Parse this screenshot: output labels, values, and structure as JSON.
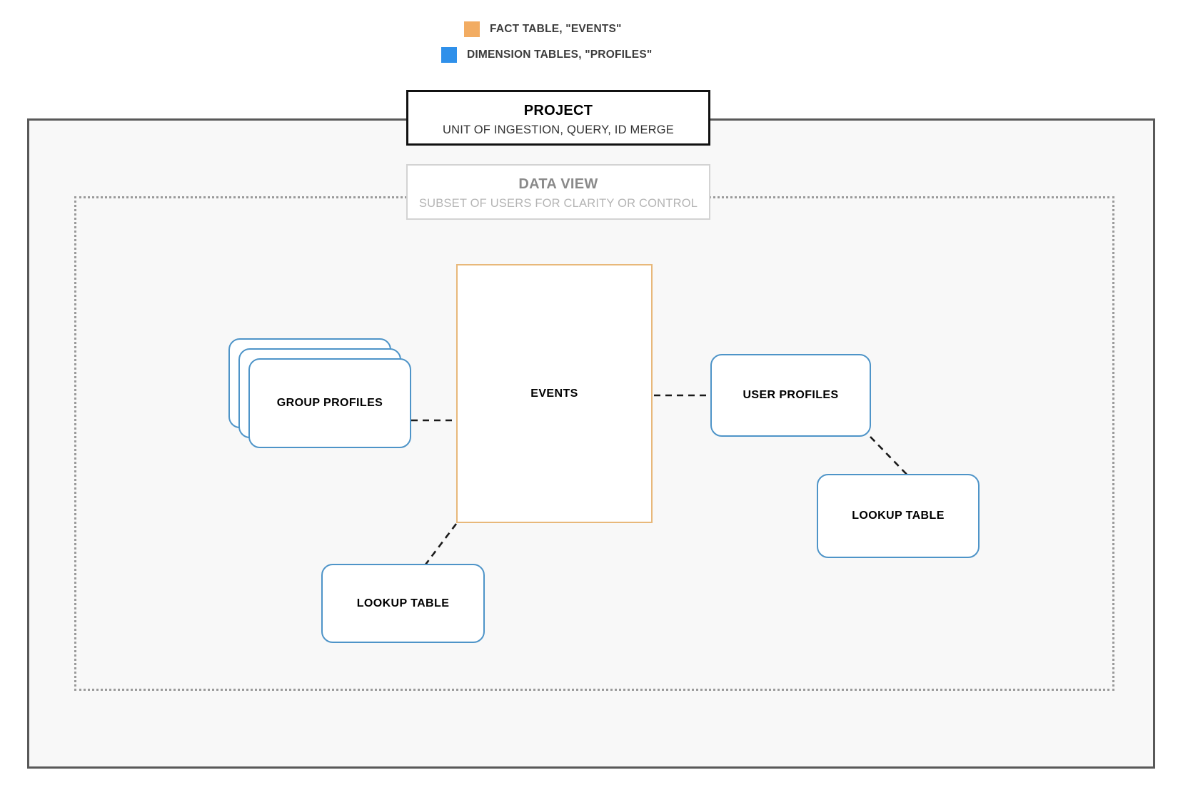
{
  "legend": {
    "items": [
      {
        "label": "FACT TABLE, \"EVENTS\"",
        "color": "#f2ac62",
        "icon": "square-swatch-icon"
      },
      {
        "label": "DIMENSION TABLES, \"PROFILES\"",
        "color": "#2f90ea",
        "icon": "square-swatch-icon"
      }
    ]
  },
  "project": {
    "title": "PROJECT",
    "subtitle": "UNIT OF INGESTION, QUERY, ID MERGE"
  },
  "data_view": {
    "title": "DATA VIEW",
    "subtitle": "SUBSET OF USERS FOR CLARITY OR CONTROL"
  },
  "tables": {
    "events": {
      "label": "EVENTS",
      "type": "fact",
      "color": "#e8b87a"
    },
    "group_profiles": {
      "label": "GROUP PROFILES",
      "type": "dimension",
      "color": "#4e94c8",
      "stacked": 3
    },
    "user_profiles": {
      "label": "USER PROFILES",
      "type": "dimension",
      "color": "#4e94c8"
    },
    "lookup_table_right": {
      "label": "LOOKUP TABLE",
      "type": "dimension",
      "color": "#4e94c8"
    },
    "lookup_table_left": {
      "label": "LOOKUP TABLE",
      "type": "dimension",
      "color": "#4e94c8"
    }
  },
  "connectors": [
    {
      "from": "group_profiles",
      "to": "events",
      "style": "dashed"
    },
    {
      "from": "events",
      "to": "user_profiles",
      "style": "dashed"
    },
    {
      "from": "user_profiles",
      "to": "lookup_table_right",
      "style": "dashed"
    },
    {
      "from": "events",
      "to": "lookup_table_left",
      "style": "dashed"
    }
  ]
}
